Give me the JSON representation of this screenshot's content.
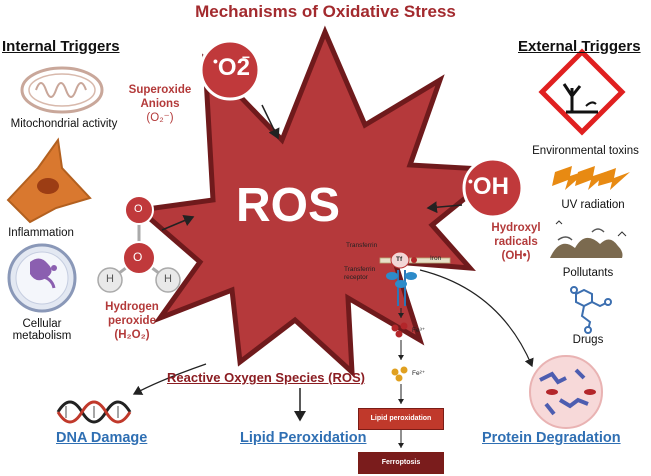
{
  "title": "Mechanisms of Oxidative Stress",
  "internal": {
    "heading": "Internal Triggers",
    "items": [
      "Mitochondrial activity",
      "Inflammation",
      "Cellular metabolism"
    ]
  },
  "external": {
    "heading": "External Triggers",
    "items": [
      "Environmental toxins",
      "UV radiation",
      "Pollutants",
      "Drugs"
    ]
  },
  "center": {
    "label": "ROS"
  },
  "superoxide": {
    "symbol": "O2",
    "sup": "−",
    "label_line1": "Superoxide",
    "label_line2": "Anions",
    "label_line3": "(O₂⁻)"
  },
  "hydroxyl": {
    "symbol": "OH",
    "label_line1": "Hydroxyl",
    "label_line2": "radicals",
    "label_line3": "(OH•)"
  },
  "peroxide": {
    "atom_o": "O",
    "atom_h": "H",
    "label_line1": "Hydrogen",
    "label_line2": "peroxide",
    "label_line3": "(H₂O₂)"
  },
  "ros_full": "Reactive Oxygen Species (ROS)",
  "iron_path": {
    "transferrin": "Transferrin",
    "tf": "Tf",
    "iron": "Iron",
    "receptor_line1": "Transferrin",
    "receptor_line2": "receptor",
    "fe3": "Fe³⁺",
    "fe2": "Fe²⁺",
    "box1": "Lipid peroxidation",
    "box2": "Ferroptosis"
  },
  "outcomes": [
    "DNA Damage",
    "Lipid Peroxidation",
    "Protein Degradation"
  ],
  "colors": {
    "title": "#a32a2e",
    "star": "#b5393b",
    "outcome": "#2f6fb3"
  }
}
